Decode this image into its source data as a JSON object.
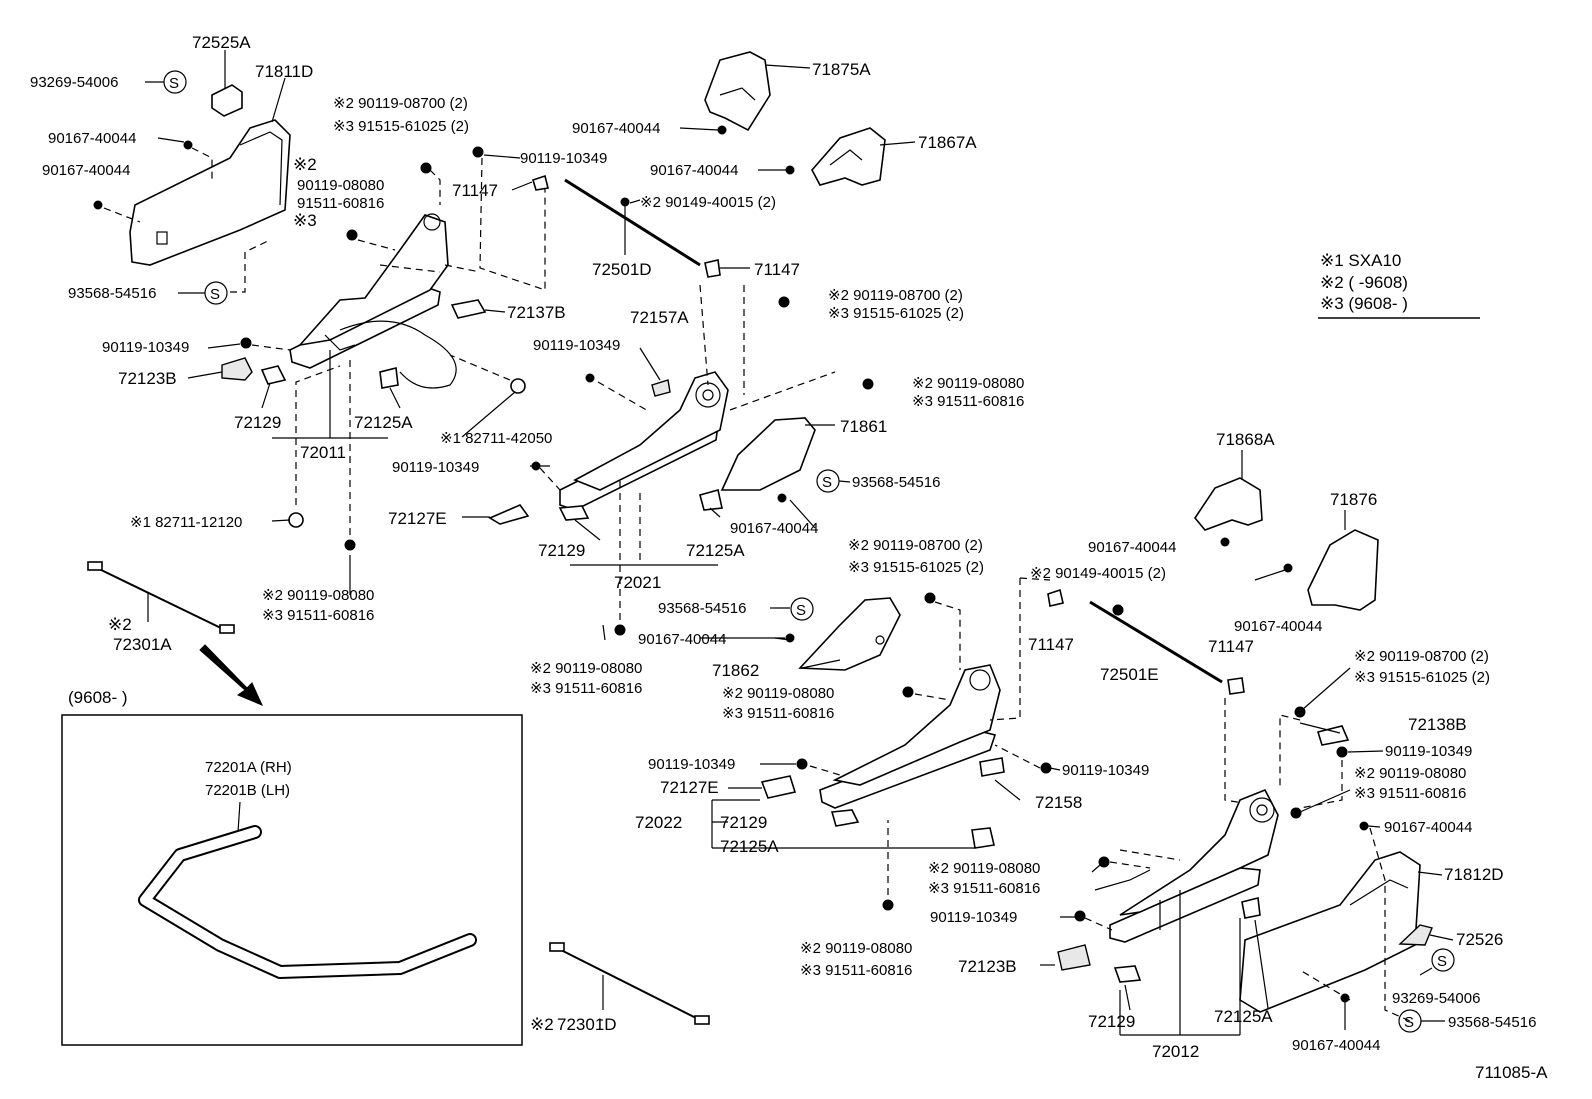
{
  "diagram_code": "711085-A",
  "legend": {
    "l1": "※1 SXA10",
    "l2": "※2 (      -9608)",
    "l3": "※3 (9608-       )"
  },
  "inset": {
    "title": "(9608-       )",
    "l1": "72201A (RH)",
    "l2": "72201B (LH)"
  },
  "labels": {
    "p72525A": "72525A",
    "p93269_54006a": "93269-54006",
    "p71811D": "71811D",
    "p90167a": "90167-40044",
    "p90167b": "90167-40044",
    "p93568a": "93568-54516",
    "n2_90119_08700": "※2 90119-08700 (2)",
    "n3_91515_61025": "※3 91515-61025 (2)",
    "n2a": "※2",
    "p90119_08080a": "90119-08080",
    "p91511_60816a": "91511-60816",
    "n3a": "※3",
    "p90119_10349a": "90119-10349",
    "p71147a": "71147",
    "p90149a": "※2  90149-40015 (2)",
    "p72501D": "72501D",
    "p71147b": "71147",
    "p71875A": "71875A",
    "p90167c": "90167-40044",
    "p71867A": "71867A",
    "p90167d": "90167-40044",
    "p72137B": "72137B",
    "p90119_10349b": "90119-10349",
    "p72123B": "72123B",
    "p72129a": "72129",
    "p72125Aa": "72125A",
    "p72011": "72011",
    "p82711_42050": "※1 82711-42050",
    "p82711_12120": "※1 82711-12120",
    "n2_90119_08080b": "※2 90119-08080",
    "n3_91511_60816b": "※3 91511-60816",
    "n2_72301A": "※2",
    "p72301A": "72301A",
    "n2_90119_08700b": "※2 90119-08700 (2)",
    "n3_91515_61025b": "※3 91515-61025 (2)",
    "p72157A": "72157A",
    "p90119_10349c": "90119-10349",
    "n2_90119_08080c": "※2 90119-08080",
    "n3_91511_60816c": "※3 91511-60816",
    "p71861": "71861",
    "p93568b": "93568-54516",
    "p90167e": "90167-40044",
    "p90119_10349d": "90119-10349",
    "p72127Ea": "72127E",
    "p72129b": "72129",
    "p72125Ab": "72125A",
    "p72021": "72021",
    "p71868A": "71868A",
    "p71876": "71876",
    "p90167f": "90167-40044",
    "p90167g": "90167-40044",
    "n2_90119_08700c": "※2 90119-08700 (2)",
    "n3_91515_61025c": "※3 91515-61025 (2)",
    "n2_90149b": "※2  90149-40015 (2)",
    "p93568c": "93568-54516",
    "p90167h": "90167-40044",
    "p71862": "71862",
    "n2_90119_08080d": "※2 90119-08080",
    "n3_91511_60816d": "※3 91511-60816",
    "p71147c": "71147",
    "p72501E": "72501E",
    "p71147d": "71147",
    "n2_90119_08700d": "※2  90119-08700 (2)",
    "n3_91515_61025d": "※3  91515-61025 (2)",
    "n2_90119_08080e": "※2 90119-08080",
    "n3_91511_60816e": "※3 91511-60816",
    "p72138B": "72138B",
    "p90119_10349e": "90119-10349",
    "n2_90119_08080f": "※2  90119-08080",
    "n3_91511_60816f": "※3  91511-60816",
    "p90167i": "90167-40044",
    "p90119_10349f": "90119-10349",
    "p72127Eb": "72127E",
    "p72158": "72158",
    "p72022": "72022",
    "p72129c": "72129",
    "p72125Ac": "72125A",
    "n2_90119_08080g": "※2 90119-08080",
    "n3_91511_60816g": "※3 91511-60816",
    "p90119_10349g": "90119-10349",
    "p71812D": "71812D",
    "n2_90119_08080h": "※2  90119-08080",
    "n3_91511_60816h": "※3  91511-60816",
    "p72123Bb": "72123B",
    "p72526": "72526",
    "p93269_54006b": "93269-54006",
    "p72129d": "72129",
    "p72125Ad": "72125A",
    "p93568d": "93568-54516",
    "p90167j": "90167-40044",
    "p72012": "72012",
    "n2_72301D": "※2",
    "p72301D": "72301D"
  }
}
